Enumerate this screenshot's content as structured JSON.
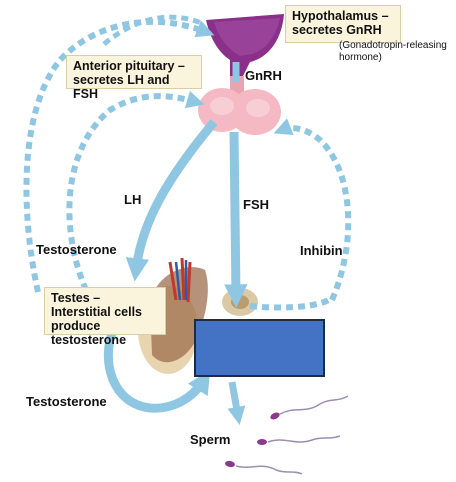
{
  "labels": {
    "hypothalamus_box": "Hypothalamus – secretes GnRH",
    "gnrh_note": "(Gonadotropin-releasing hormone)",
    "pituitary_box": "Anterior pituitary – secretes LH and FSH",
    "gnrh": "GnRH",
    "lh": "LH",
    "fsh": "FSH",
    "testosterone_left": "Testosterone",
    "inhibin": "Inhibin",
    "testes_box": "Testes – Interstitial cells produce testosterone",
    "testosterone_bottom": "Testosterone",
    "sperm": "Sperm"
  },
  "colors": {
    "arrow": "#8fc7e3",
    "hypothalamus": "#8a2f8a",
    "pituitary": "#f4b9c2",
    "cover_box": "#4472c4",
    "label_box": "#faf4dc"
  }
}
